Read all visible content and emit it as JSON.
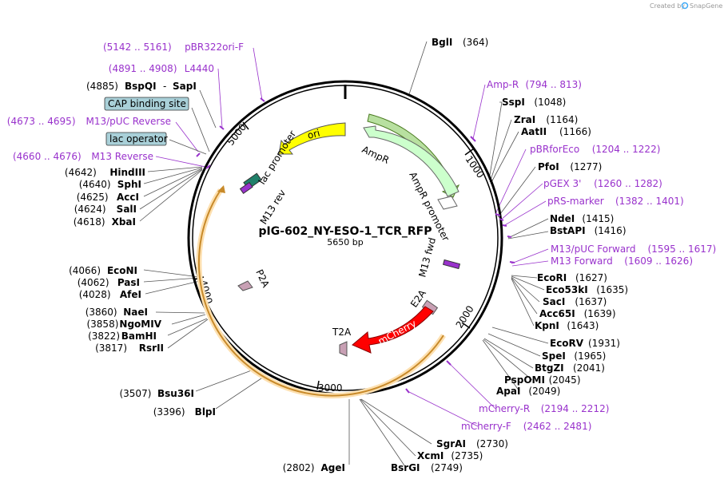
{
  "plasmid": {
    "name": "pIG-602_NY-ESO-1_TCR_RFP",
    "length": "5650 bp"
  },
  "credit": {
    "prefix": "Created by",
    "brand": "SnapGene"
  },
  "ticks": [
    "1000",
    "2000",
    "3000",
    "4000",
    "5000"
  ],
  "features": {
    "ori": "ori",
    "ampr": "AmpR",
    "ampr_promoter": "AmpR promoter",
    "lac_promoter": "lac promoter",
    "m13_rev": "M13 rev",
    "m13_fwd": "M13 fwd",
    "mcherry": "mCherry",
    "e2a": "E2A",
    "t2a": "T2A",
    "p2a": "P2A"
  },
  "sites_right": [
    {
      "name": "SspI",
      "pos": "(1048)"
    },
    {
      "name": "ZraI",
      "pos": "(1164)"
    },
    {
      "name": "AatII",
      "pos": "(1166)"
    },
    {
      "name": "PfoI",
      "pos": "(1277)"
    },
    {
      "name": "NdeI",
      "pos": "(1415)"
    },
    {
      "name": "BstAPI",
      "pos": "(1416)"
    },
    {
      "name": "EcoRI",
      "pos": "(1627)"
    },
    {
      "name": "Eco53kI",
      "pos": "(1635)"
    },
    {
      "name": "SacI",
      "pos": "(1637)"
    },
    {
      "name": "Acc65I",
      "pos": "(1639)"
    },
    {
      "name": "KpnI",
      "pos": "(1643)"
    },
    {
      "name": "EcoRV",
      "pos": "(1931)"
    },
    {
      "name": "SpeI",
      "pos": "(1965)"
    },
    {
      "name": "BtgZI",
      "pos": "(2041)"
    },
    {
      "name": "PspOMI",
      "pos": "(2045)"
    },
    {
      "name": "ApaI",
      "pos": "(2049)"
    }
  ],
  "primers_right": [
    {
      "name": "Amp-R",
      "pos": "(794 .. 813)"
    },
    {
      "name": "pBRforEco",
      "pos": "(1204 .. 1222)"
    },
    {
      "name": "pGEX 3'",
      "pos": "(1260 .. 1282)"
    },
    {
      "name": "pRS-marker",
      "pos": "(1382 .. 1401)"
    },
    {
      "name": "M13/pUC Forward",
      "pos": "(1595 .. 1617)"
    },
    {
      "name": "M13 Forward",
      "pos": "(1609 .. 1626)"
    },
    {
      "name": "mCherry-R",
      "pos": "(2194 .. 2212)"
    },
    {
      "name": "mCherry-F",
      "pos": "(2462 .. 2481)"
    }
  ],
  "sites_bottom": [
    {
      "name": "SgrAI",
      "pos": "(2730)"
    },
    {
      "name": "XcmI",
      "pos": "(2735)"
    },
    {
      "name": "BsrGI",
      "pos": "(2749)"
    },
    {
      "name": "AgeI",
      "pos": "(2802)"
    }
  ],
  "sites_left": [
    {
      "name": "BlpI",
      "pos": "(3396)"
    },
    {
      "name": "Bsu36I",
      "pos": "(3507)"
    },
    {
      "name": "RsrII",
      "pos": "(3817)"
    },
    {
      "name": "BamHI",
      "pos": "(3822)"
    },
    {
      "name": "NgoMIV",
      "pos": "(3858)"
    },
    {
      "name": "NaeI",
      "pos": "(3860)"
    },
    {
      "name": "AfeI",
      "pos": "(4028)"
    },
    {
      "name": "PasI",
      "pos": "(4062)"
    },
    {
      "name": "EcoNI",
      "pos": "(4066)"
    },
    {
      "name": "XbaI",
      "pos": "(4618)"
    },
    {
      "name": "SalI",
      "pos": "(4624)"
    },
    {
      "name": "AccI",
      "pos": "(4625)"
    },
    {
      "name": "SphI",
      "pos": "(4640)"
    },
    {
      "name": "HindIII",
      "pos": "(4642)"
    }
  ],
  "primers_left": [
    {
      "name": "M13 Reverse",
      "pos": "(4660 .. 4676)"
    },
    {
      "name": "M13/pUC Reverse",
      "pos": "(4673 .. 4695)"
    },
    {
      "name": "L4440",
      "pos": "(4891 .. 4908)"
    },
    {
      "name": "pBR322ori-F",
      "pos": "(5142 .. 5161)"
    }
  ],
  "top": {
    "bgli": {
      "name": "BglI",
      "pos": "(364)"
    },
    "bspqi": {
      "pos": "(4885)",
      "name": "BspQI",
      "sep": "-",
      "name2": "SapI"
    }
  },
  "boxes": {
    "cap": "CAP binding site",
    "lac_op": "lac operator"
  },
  "colors": {
    "primer": "#9932cc",
    "ori": "#ffff00",
    "ampr": "#ccffcc",
    "mcherry": "#ff0000",
    "peptide": "#c8a0b4",
    "box": "#a9d0d8",
    "orange": "#f5a623"
  }
}
